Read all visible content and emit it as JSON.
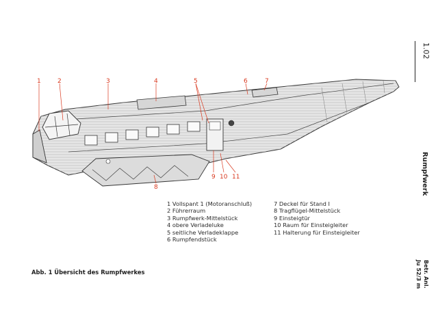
{
  "diagram": {
    "callouts": [
      "1",
      "2",
      "3",
      "4",
      "5",
      "6",
      "7",
      "8",
      "9",
      "10",
      "11"
    ]
  },
  "legend": {
    "left": [
      "1 Vollspant 1 (Motoranschluß)",
      "2 Führerraum",
      "3 Rumpfwerk-Mittelstück",
      "4 obere Verladeluke",
      "5 seitliche Verladeklappe",
      "6 Rumpfendstück"
    ],
    "right": [
      "7 Deckel für Stand I",
      "8 Tragflügel-Mittelstück",
      "9 Einsteigtür",
      "10 Raum für Einsteigleiter",
      "11 Halterung für Einsteigleiter"
    ]
  },
  "caption": "Abb. 1  Übersicht des Rumpfwerkes",
  "side": {
    "page_number": "1.02",
    "section": "Rumpfwerk",
    "doc_line1": "Betr. Anl.",
    "doc_line2": "Ju 52/3 m"
  },
  "colors": {
    "callout": "#d9381e",
    "ink": "#222222"
  }
}
